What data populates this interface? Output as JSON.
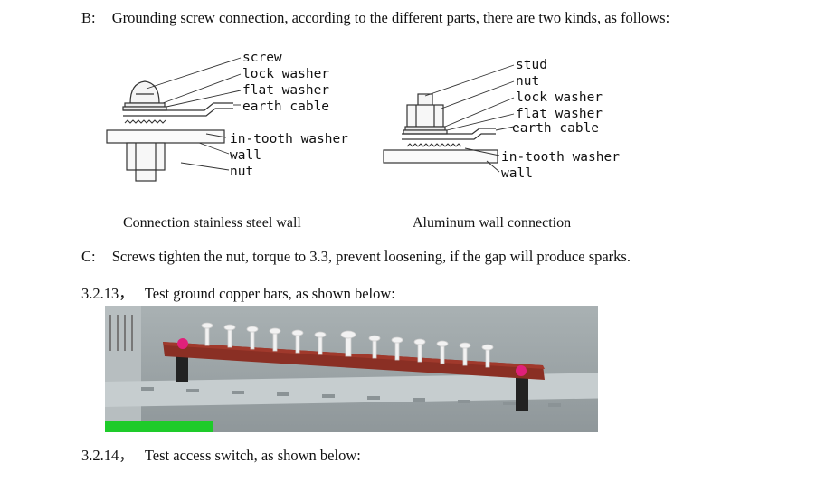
{
  "section_b": {
    "marker": "B:",
    "text": "Grounding screw connection, according to the different parts, there are two kinds, as follows:"
  },
  "diagram_left": {
    "labels": [
      "screw",
      "lock washer",
      "flat washer",
      "earth cable",
      "in-tooth washer",
      "wall",
      "nut"
    ],
    "caption": "Connection stainless steel wall"
  },
  "diagram_right": {
    "labels": [
      "stud",
      "nut",
      "lock washer",
      "flat washer",
      "earth cable",
      "in-tooth washer",
      "wall"
    ],
    "caption": "Aluminum wall connection"
  },
  "section_c": {
    "marker": "C:",
    "text": "Screws tighten the nut, torque to 3.3, prevent loosening, if the gap will produce sparks."
  },
  "item_3_2_13": {
    "number": "3.2.13，",
    "text": "Test ground copper bars, as shown below:"
  },
  "item_3_2_14": {
    "number": "3.2.14，",
    "text": "Test access switch, as shown below:"
  },
  "colors": {
    "copper_bar": "#8a2f24",
    "green_strip": "#1ecb2a",
    "pink_bolt": "#e0207a",
    "photo_bg": "#9ea6a8"
  }
}
